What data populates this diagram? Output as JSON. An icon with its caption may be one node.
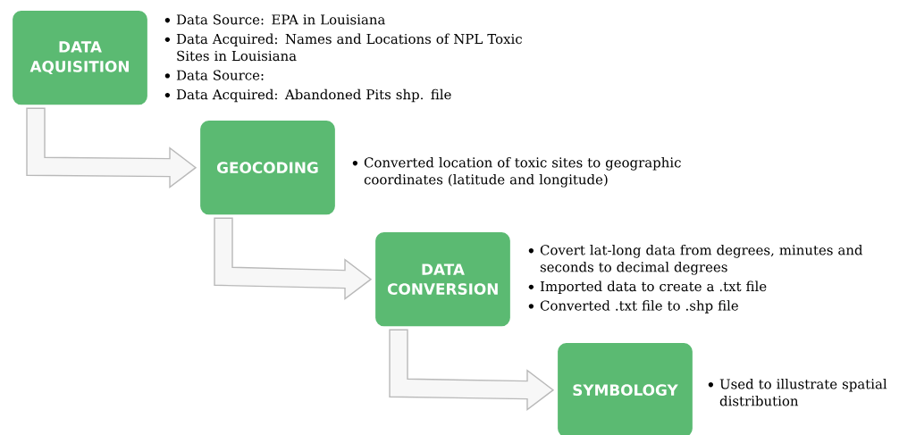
{
  "diagram": {
    "nodes": [
      {
        "text": [
          "DATA AQUISITION"
        ],
        "beside": [
          "Data Source: EPA in Louisiana",
          "Data Acquired: Names and Locations of NPL Toxic Sites in Louisiana",
          "Data Source:",
          "Data Acquired: Abandoned Pits shp. file"
        ]
      },
      {
        "text": [
          "GEOCODING"
        ],
        "beside": [
          "Converted location of toxic sites to geographic coordinates (latitude and longitude)"
        ]
      },
      {
        "text": [
          "DATA CONVERSION"
        ],
        "beside": [
          "Covert lat-long data from degrees, minutes and seconds to decimal degrees",
          "Imported data to create a .txt file",
          "Converted .txt file to .shp file"
        ]
      },
      {
        "text": [
          "SYMBOLOGY"
        ],
        "beside": [
          "Used to illustrate spatial distribution"
        ]
      }
    ],
    "edges": [
      {
        "from": 0,
        "to": 1,
        "arrow": "to"
      },
      {
        "from": 1,
        "to": 2,
        "arrow": "to"
      },
      {
        "from": 2,
        "to": 3,
        "arrow": "to"
      }
    ]
  }
}
